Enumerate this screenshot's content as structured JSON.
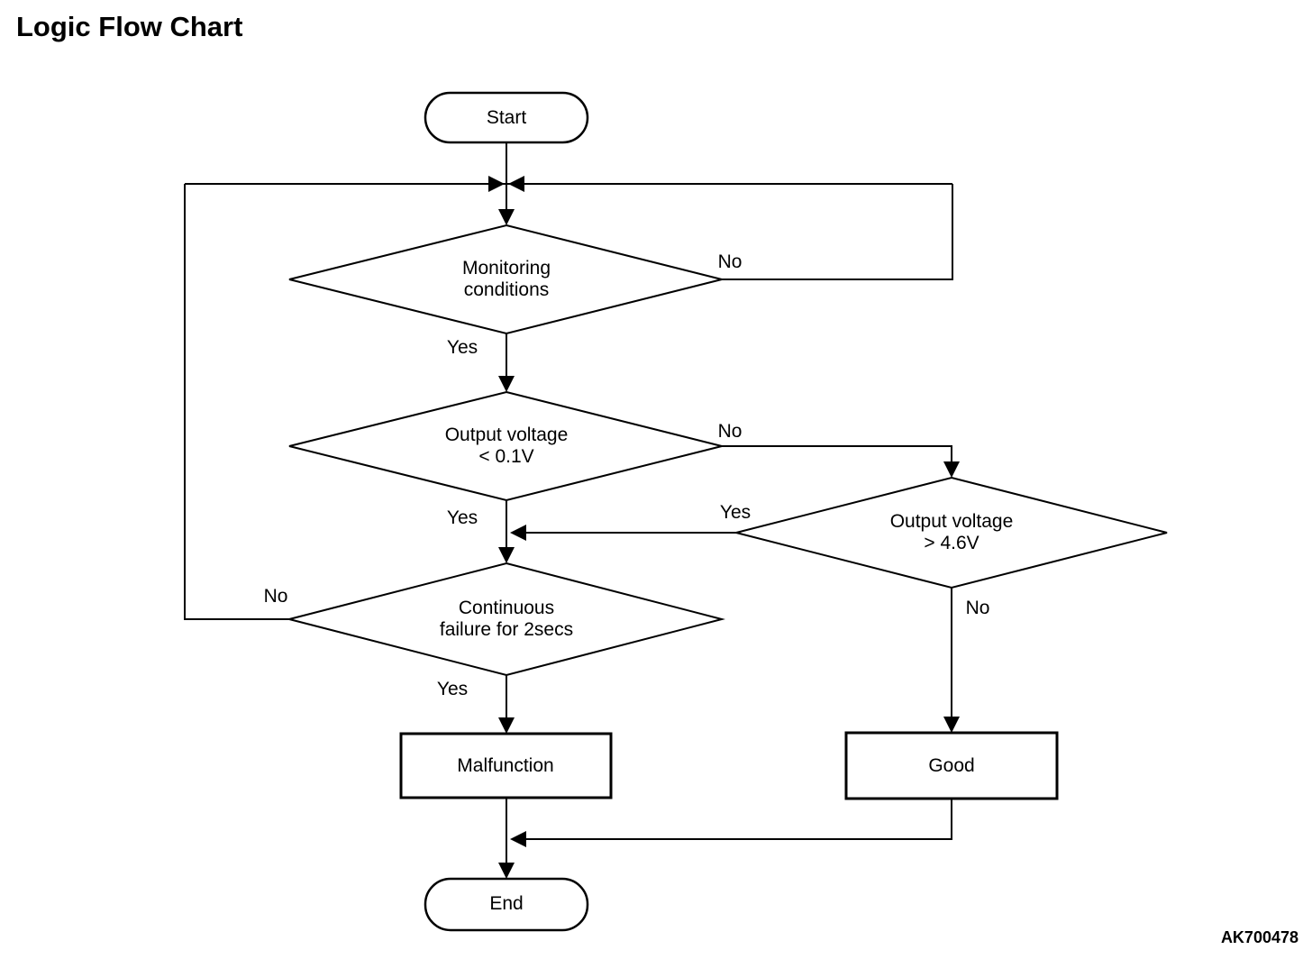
{
  "page": {
    "title": "Logic Flow Chart",
    "figure_code": "AK700478"
  },
  "colors": {
    "line": "#000000",
    "text": "#000000",
    "background": "#ffffff"
  },
  "flowchart": {
    "nodes": {
      "start": {
        "type": "terminator",
        "label": "Start"
      },
      "monitoring": {
        "type": "decision",
        "line1": "Monitoring",
        "line2": "conditions"
      },
      "voltage_low": {
        "type": "decision",
        "line1": "Output voltage",
        "line2": "< 0.1V"
      },
      "voltage_high": {
        "type": "decision",
        "line1": "Output voltage",
        "line2": "> 4.6V"
      },
      "continuous": {
        "type": "decision",
        "line1": "Continuous",
        "line2": "failure for 2secs"
      },
      "malfunction": {
        "type": "process",
        "label": "Malfunction"
      },
      "good": {
        "type": "process",
        "label": "Good"
      },
      "end": {
        "type": "terminator",
        "label": "End"
      }
    },
    "edge_labels": {
      "monitoring_yes": "Yes",
      "monitoring_no": "No",
      "voltage_low_yes": "Yes",
      "voltage_low_no": "No",
      "voltage_high_yes": "Yes",
      "voltage_high_no": "No",
      "continuous_yes": "Yes",
      "continuous_no": "No"
    },
    "edges": [
      {
        "from": "start",
        "to": "monitoring",
        "label": ""
      },
      {
        "from": "monitoring",
        "to": "voltage_low",
        "label": "Yes"
      },
      {
        "from": "monitoring",
        "to": "monitoring",
        "label": "No"
      },
      {
        "from": "voltage_low",
        "to": "continuous",
        "label": "Yes"
      },
      {
        "from": "voltage_low",
        "to": "voltage_high",
        "label": "No"
      },
      {
        "from": "voltage_high",
        "to": "continuous",
        "label": "Yes"
      },
      {
        "from": "voltage_high",
        "to": "good",
        "label": "No"
      },
      {
        "from": "continuous",
        "to": "malfunction",
        "label": "Yes"
      },
      {
        "from": "continuous",
        "to": "monitoring",
        "label": "No"
      },
      {
        "from": "malfunction",
        "to": "end",
        "label": ""
      },
      {
        "from": "good",
        "to": "end",
        "label": ""
      }
    ]
  }
}
